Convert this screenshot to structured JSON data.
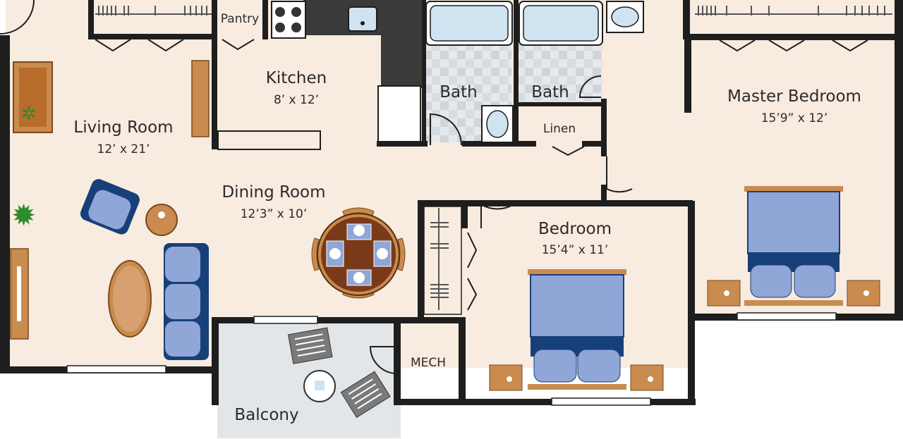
{
  "rooms": {
    "living_room": {
      "name": "Living Room",
      "dims": "12’ x 21’"
    },
    "kitchen": {
      "name": "Kitchen",
      "dims": "8’ x 12’"
    },
    "pantry": {
      "name": "Pantry"
    },
    "bath1": {
      "name": "Bath"
    },
    "bath2": {
      "name": "Bath"
    },
    "linen": {
      "name": "Linen"
    },
    "master_bedroom": {
      "name": "Master Bedroom",
      "dims": "15’9” x 12’"
    },
    "dining_room": {
      "name": "Dining Room",
      "dims": "12’3” x 10’"
    },
    "bedroom": {
      "name": "Bedroom",
      "dims": "15’4” x 11’"
    },
    "mech": {
      "name": "MECH"
    },
    "balcony": {
      "name": "Balcony"
    }
  },
  "colors": {
    "floor": "#f8ebdf",
    "wall": "#1e1e1e",
    "balcony_floor": "#e3e6e8",
    "tile_light": "#dfe3e6",
    "tile_dark": "#c9cfd4",
    "fixture_blue": "#cfe3f1",
    "bed_blue": "#8fa6d6",
    "bed_dark": "#173f7a",
    "wood": "#b86c2c",
    "wood_light": "#c98b4e",
    "plant": "#2d8c2d",
    "counter_dark": "#3a3a3a"
  }
}
